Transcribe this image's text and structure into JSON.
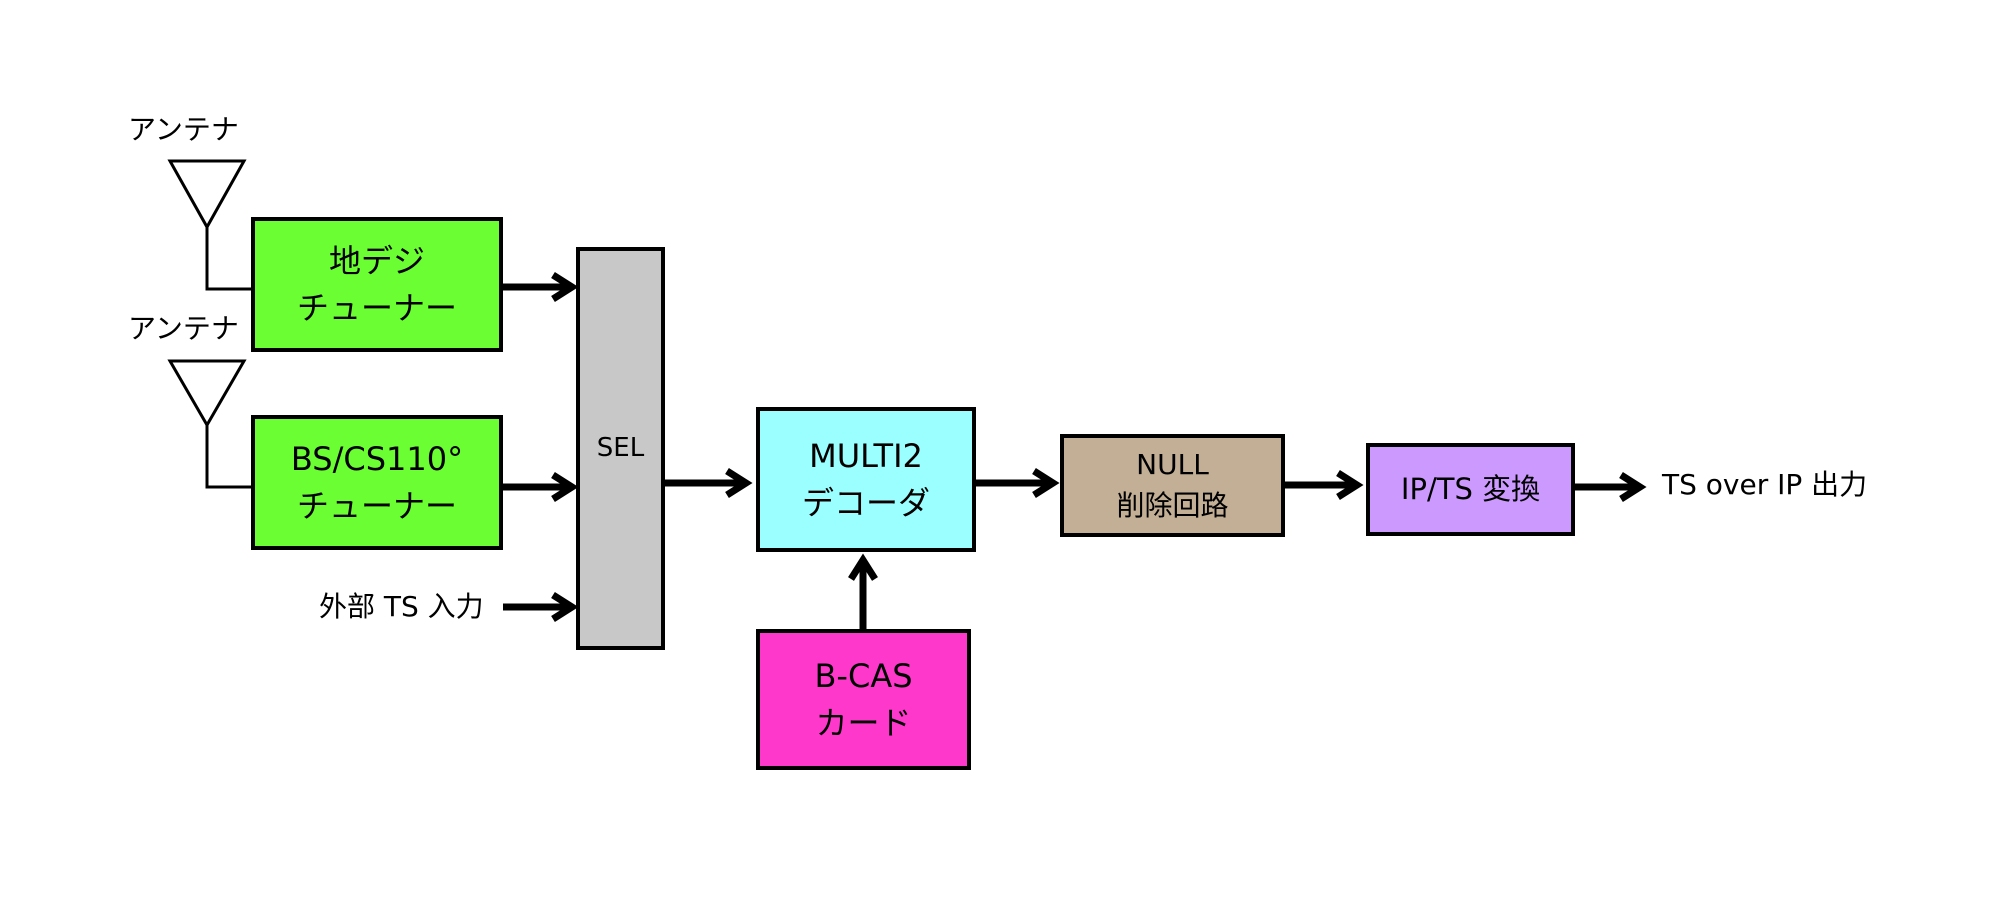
{
  "colors": {
    "tuner": "#6bff33",
    "selector": "#c8c8c8",
    "decoder": "#9bffff",
    "card": "#ff38cc",
    "null_removal": "#c3af96",
    "converter": "#cc99ff",
    "line": "#000000"
  },
  "icons": {
    "antenna_1": "antenna-icon",
    "antenna_2": "antenna-icon"
  },
  "labels": {
    "antenna_1": "アンテナ",
    "antenna_2": "アンテナ",
    "external_ts_input": "外部 TS 入力",
    "output": "TS over IP 出力"
  },
  "blocks": {
    "terrestrial_tuner": {
      "line1": "地デジ",
      "line2": "チューナー"
    },
    "bs_cs_tuner": {
      "line1": "BS/CS110°",
      "line2": "チューナー"
    },
    "selector": {
      "label": "SEL"
    },
    "multi2_decoder": {
      "line1": "MULTI2",
      "line2": "デコーダ"
    },
    "bcas_card": {
      "line1": "B-CAS",
      "line2": "カード"
    },
    "null_removal": {
      "line1": "NULL",
      "line2": "削除回路"
    },
    "ip_ts_converter": {
      "label": "IP/TS 変換"
    }
  }
}
